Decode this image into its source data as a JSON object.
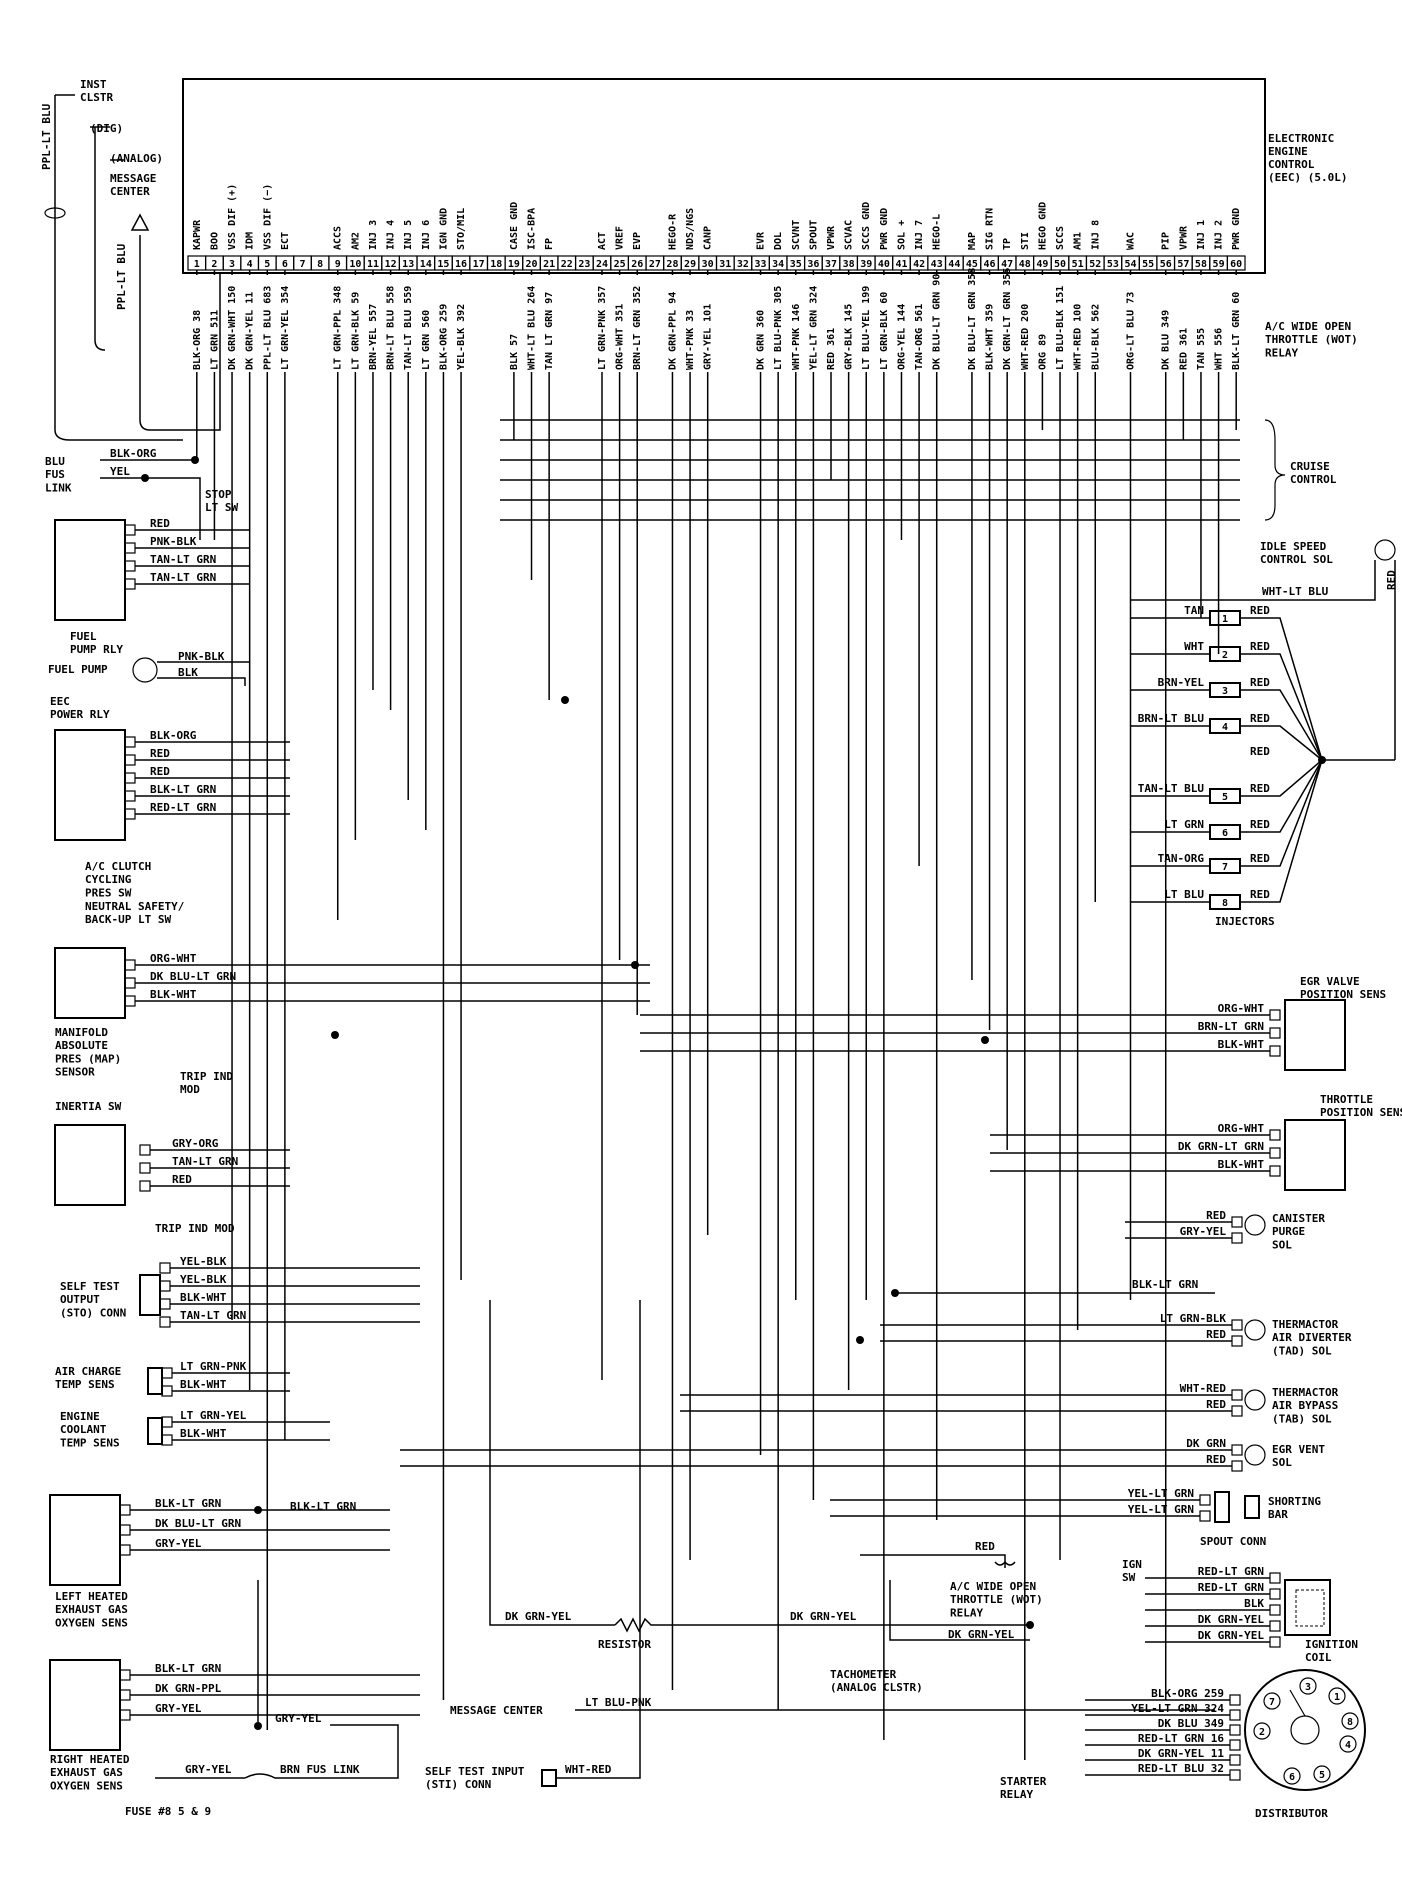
{
  "ecc": {
    "title_lines": [
      "ELECTRONIC",
      "ENGINE",
      "CONTROL",
      "(EEC) (5.0L)"
    ],
    "pins": [
      {
        "n": "1",
        "fn": "KAPWR",
        "wire": "BLK-ORG 38"
      },
      {
        "n": "2",
        "fn": "BOO",
        "wire": "LT GRN 511"
      },
      {
        "n": "3",
        "fn": "VSS DIF (+)",
        "wire": "DK GRN-WHT 150"
      },
      {
        "n": "4",
        "fn": "IDM",
        "wire": "DK GRN-YEL 11"
      },
      {
        "n": "5",
        "fn": "VSS DIF (−)",
        "wire": "PPL-LT BLU 683"
      },
      {
        "n": "6",
        "fn": "ECT",
        "wire": "LT GRN-YEL 354"
      },
      {
        "n": "7",
        "fn": "",
        "wire": ""
      },
      {
        "n": "8",
        "fn": "",
        "wire": ""
      },
      {
        "n": "9",
        "fn": "ACCS",
        "wire": "LT GRN-PPL 348"
      },
      {
        "n": "10",
        "fn": "AM2",
        "wire": "LT GRN-BLK 59"
      },
      {
        "n": "11",
        "fn": "INJ 3",
        "wire": "BRN-YEL 557"
      },
      {
        "n": "12",
        "fn": "INJ 4",
        "wire": "BRN-LT BLU 558"
      },
      {
        "n": "13",
        "fn": "INJ 5",
        "wire": "TAN-LT BLU 559"
      },
      {
        "n": "14",
        "fn": "INJ 6",
        "wire": "LT GRN 560"
      },
      {
        "n": "15",
        "fn": "IGN GND",
        "wire": "BLK-ORG 259"
      },
      {
        "n": "16",
        "fn": "STO/MIL",
        "wire": "YEL-BLK 392"
      },
      {
        "n": "17",
        "fn": "",
        "wire": ""
      },
      {
        "n": "18",
        "fn": "",
        "wire": ""
      },
      {
        "n": "19",
        "fn": "CASE GND",
        "wire": "BLK 57"
      },
      {
        "n": "20",
        "fn": "ISC-BPA",
        "wire": "WHT-LT BLU 264"
      },
      {
        "n": "21",
        "fn": "FP",
        "wire": "TAN LT GRN 97"
      },
      {
        "n": "22",
        "fn": "",
        "wire": ""
      },
      {
        "n": "23",
        "fn": "",
        "wire": ""
      },
      {
        "n": "24",
        "fn": "ACT",
        "wire": "LT GRN-PNK 357"
      },
      {
        "n": "25",
        "fn": "VREF",
        "wire": "ORG-WHT 351"
      },
      {
        "n": "26",
        "fn": "EVP",
        "wire": "BRN-LT GRN 352"
      },
      {
        "n": "27",
        "fn": "",
        "wire": ""
      },
      {
        "n": "28",
        "fn": "HEGO-R",
        "wire": "DK GRN-PPL 94"
      },
      {
        "n": "29",
        "fn": "NDS/NGS",
        "wire": "WHT-PNK 33"
      },
      {
        "n": "30",
        "fn": "CANP",
        "wire": "GRY-YEL 101"
      },
      {
        "n": "31",
        "fn": "",
        "wire": ""
      },
      {
        "n": "32",
        "fn": "",
        "wire": ""
      },
      {
        "n": "33",
        "fn": "EVR",
        "wire": "DK GRN 360"
      },
      {
        "n": "34",
        "fn": "DOL",
        "wire": "LT BLU-PNK 305"
      },
      {
        "n": "35",
        "fn": "SCVNT",
        "wire": "WHT-PNK 146"
      },
      {
        "n": "36",
        "fn": "SPOUT",
        "wire": "YEL-LT GRN 324"
      },
      {
        "n": "37",
        "fn": "VPWR",
        "wire": "RED 361"
      },
      {
        "n": "38",
        "fn": "SCVAC",
        "wire": "GRY-BLK 145"
      },
      {
        "n": "39",
        "fn": "SCCS GND",
        "wire": "LT BLU-YEL 199"
      },
      {
        "n": "40",
        "fn": "PWR GND",
        "wire": "LT GRN-BLK 60"
      },
      {
        "n": "41",
        "fn": "SOL +",
        "wire": "ORG-YEL 144"
      },
      {
        "n": "42",
        "fn": "INJ 7",
        "wire": "TAN-ORG 561"
      },
      {
        "n": "43",
        "fn": "HEGO-L",
        "wire": "DK BLU-LT GRN 90"
      },
      {
        "n": "44",
        "fn": "",
        "wire": ""
      },
      {
        "n": "45",
        "fn": "MAP",
        "wire": "DK BLU-LT GRN 358"
      },
      {
        "n": "46",
        "fn": "SIG RTN",
        "wire": "BLK-WHT 359"
      },
      {
        "n": "47",
        "fn": "TP",
        "wire": "DK GRN-LT GRN 355"
      },
      {
        "n": "48",
        "fn": "STI",
        "wire": "WHT-RED 200"
      },
      {
        "n": "49",
        "fn": "HEGO GND",
        "wire": "ORG 89"
      },
      {
        "n": "50",
        "fn": "SCCS",
        "wire": "LT BLU-BLK 151"
      },
      {
        "n": "51",
        "fn": "AM1",
        "wire": "WHT-RED 100"
      },
      {
        "n": "52",
        "fn": "INJ 8",
        "wire": "BLU-BLK 562"
      },
      {
        "n": "53",
        "fn": "",
        "wire": ""
      },
      {
        "n": "54",
        "fn": "WAC",
        "wire": "ORG-LT BLU 73"
      },
      {
        "n": "55",
        "fn": "",
        "wire": ""
      },
      {
        "n": "56",
        "fn": "PIP",
        "wire": "DK BLU 349"
      },
      {
        "n": "57",
        "fn": "VPWR",
        "wire": "RED 361"
      },
      {
        "n": "58",
        "fn": "INJ 1",
        "wire": "TAN 555"
      },
      {
        "n": "59",
        "fn": "INJ 2",
        "wire": "WHT 556"
      },
      {
        "n": "60",
        "fn": "PWR GND",
        "wire": "BLK-LT GRN 60"
      }
    ]
  },
  "top_left": {
    "inst_clstr": "INST\nCLSTR",
    "dig": "(DIG)",
    "analog": "(ANALOG)",
    "message_center": "MESSAGE\nCENTER",
    "ppl_lt_blu_a": "PPL-LT BLU",
    "ppl_lt_blu_b": "PPL-LT BLU"
  },
  "blu_fus_link": {
    "label": "BLU\nFUS\nLINK",
    "wire1": "BLK-ORG",
    "wire2": "YEL",
    "stop_lt_sw": "STOP\nLT SW"
  },
  "fuel_pump_rly": {
    "label": "FUEL\nPUMP RLY",
    "wires": [
      "RED",
      "PNK-BLK",
      "TAN-LT GRN",
      "TAN-LT GRN"
    ]
  },
  "fuel_pump": {
    "label": "FUEL PUMP",
    "wires": [
      "PNK-BLK",
      "BLK"
    ]
  },
  "eec_power_rly": {
    "label": "EEC\nPOWER RLY",
    "wires": [
      "BLK-ORG",
      "RED",
      "RED",
      "BLK-LT GRN",
      "RED-LT GRN"
    ]
  },
  "ac_clutch": "A/C CLUTCH\nCYCLING\nPRES SW",
  "neutral_safety": "NEUTRAL SAFETY/\nBACK-UP LT SW",
  "map_sensor": {
    "label": "MANIFOLD\nABSOLUTE\nPRES (MAP)\nSENSOR",
    "wires": [
      "ORG-WHT",
      "DK BLU-LT GRN",
      "BLK-WHT"
    ]
  },
  "trip_ind_mod_a": "TRIP IND\nMOD",
  "inertia_sw": {
    "label": "INERTIA SW",
    "wires": [
      "GRY-ORG",
      "TAN-LT GRN",
      "RED"
    ]
  },
  "trip_ind_mod_b": "TRIP IND MOD",
  "sto_conn": {
    "label": "SELF TEST\nOUTPUT\n(STO) CONN",
    "wires": [
      "YEL-BLK",
      "YEL-BLK",
      "BLK-WHT",
      "TAN-LT GRN"
    ]
  },
  "air_charge": {
    "label": "AIR CHARGE\nTEMP SENS",
    "wires": [
      "LT GRN-PNK",
      "BLK-WHT"
    ]
  },
  "coolant": {
    "label": "ENGINE\nCOOLANT\nTEMP SENS",
    "wires": [
      "LT GRN-YEL",
      "BLK-WHT"
    ]
  },
  "left_hego": {
    "label": "LEFT HEATED\nEXHAUST GAS\nOXYGEN SENS",
    "wires": [
      "BLK-LT GRN",
      "DK BLU-LT GRN",
      "GRY-YEL"
    ],
    "extra": "BLK-LT GRN"
  },
  "right_hego": {
    "label": "RIGHT HEATED\nEXHAUST GAS\nOXYGEN SENS",
    "wires": [
      "BLK-LT GRN",
      "DK GRN-PPL",
      "GRY-YEL"
    ],
    "extra": "GRY-YEL"
  },
  "fuse": {
    "wire": "GRY-YEL",
    "fus_link": "BRN FUS LINK",
    "label": "FUSE #8 5 & 9"
  },
  "resistor": {
    "wire_in": "DK GRN-YEL",
    "label": "RESISTOR",
    "wire_out": "DK GRN-YEL"
  },
  "message_center_bottom": {
    "label": "MESSAGE CENTER",
    "wire": "LT BLU-PNK"
  },
  "sti_conn": {
    "label": "SELF TEST INPUT\n(STI) CONN",
    "wire": "WHT-RED"
  },
  "tachometer": "TACHOMETER\n(ANALOG CLSTR)",
  "ac_wot_relay_top": "A/C WIDE OPEN\nTHROTTLE (WOT)\nRELAY",
  "cruise_control": "CRUISE\nCONTROL",
  "isc_sol": {
    "label": "IDLE SPEED\nCONTROL SOL",
    "wire": "WHT-LT BLU",
    "red": "RED"
  },
  "injectors": {
    "label": "INJECTORS",
    "rows": [
      {
        "n": "1",
        "left": "TAN",
        "right": "RED"
      },
      {
        "n": "2",
        "left": "WHT",
        "right": "RED"
      },
      {
        "n": "3",
        "left": "BRN-YEL",
        "right": "RED"
      },
      {
        "n": "4",
        "left": "BRN-LT BLU",
        "right": "RED"
      },
      {
        "n": "5",
        "left": "TAN-LT BLU",
        "right": "RED"
      },
      {
        "n": "6",
        "left": "LT GRN",
        "right": "RED"
      },
      {
        "n": "7",
        "left": "TAN-ORG",
        "right": "RED"
      },
      {
        "n": "8",
        "left": "LT BLU",
        "right": "RED"
      }
    ],
    "extra_red": "RED"
  },
  "egr_valve": {
    "label": "EGR VALVE\nPOSITION SENS",
    "wires": [
      "ORG-WHT",
      "BRN-LT GRN",
      "BLK-WHT"
    ]
  },
  "throttle": {
    "label": "THROTTLE\nPOSITION SENS",
    "wires": [
      "ORG-WHT",
      "DK GRN-LT GRN",
      "BLK-WHT"
    ]
  },
  "canister": {
    "label": "CANISTER\nPURGE\nSOL",
    "wires": [
      "RED",
      "GRY-YEL"
    ]
  },
  "blk_lt_grn_gnd": "BLK-LT GRN",
  "tad": {
    "label": "THERMACTOR\nAIR DIVERTER\n(TAD) SOL",
    "wires": [
      "LT GRN-BLK",
      "RED"
    ]
  },
  "tab": {
    "label": "THERMACTOR\nAIR BYPASS\n(TAB) SOL",
    "wires": [
      "WHT-RED",
      "RED"
    ]
  },
  "egr_vent": {
    "label": "EGR VENT\nSOL",
    "wires": [
      "DK GRN",
      "RED"
    ]
  },
  "spout": {
    "label": "SPOUT CONN",
    "shorting": "SHORTING\nBAR",
    "wires": [
      "YEL-LT GRN",
      "YEL-LT GRN"
    ]
  },
  "ac_wot_relay_bottom": {
    "red": "RED",
    "label": "A/C WIDE OPEN\nTHROTTLE (WOT)\nRELAY",
    "wire": "DK GRN-YEL"
  },
  "ignition": {
    "ign_sw": "IGN\nSW",
    "label": "IGNITION\nCOIL",
    "wires": [
      "RED-LT GRN",
      "RED-LT GRN",
      "BLK",
      "DK GRN-YEL",
      "DK GRN-YEL"
    ]
  },
  "distributor": {
    "label": "DISTRIBUTOR",
    "wires": [
      "BLK-ORG 259",
      "YEL-LT GRN 324",
      "DK BLU 349",
      "RED-LT GRN 16",
      "DK GRN-YEL 11",
      "RED-LT BLU 32"
    ],
    "numbers": [
      "1",
      "2",
      "3",
      "4",
      "5",
      "6",
      "7",
      "8"
    ]
  },
  "starter_relay": "STARTER\nRELAY"
}
